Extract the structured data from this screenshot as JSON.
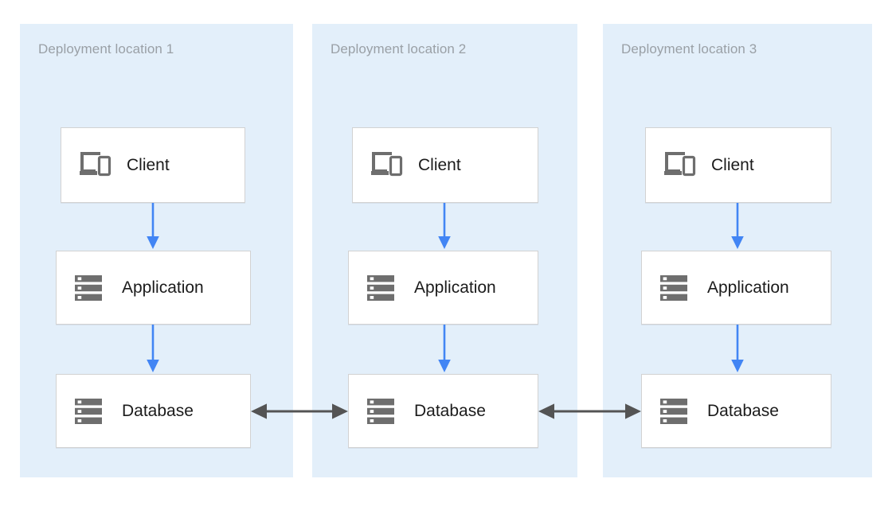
{
  "diagram": {
    "title_role": "multi-region deployment architecture",
    "colors": {
      "zone_background": "#e3effa",
      "zone_title_text": "#9aa0a6",
      "node_background": "#ffffff",
      "node_border": "#d2d2d2",
      "node_label_text": "#1b1b1b",
      "vertical_arrow": "#4285f4",
      "horizontal_arrow": "#545454",
      "icon_gray": "#6e6e6e",
      "page_background": "#ffffff"
    },
    "zones": [
      {
        "id": "zone-1",
        "title": "Deployment location 1",
        "nodes": [
          {
            "id": "client-1",
            "label": "Client",
            "icon": "client-devices-icon"
          },
          {
            "id": "application-1",
            "label": "Application",
            "icon": "server-stack-icon"
          },
          {
            "id": "database-1",
            "label": "Database",
            "icon": "server-stack-icon"
          }
        ]
      },
      {
        "id": "zone-2",
        "title": "Deployment location 2",
        "nodes": [
          {
            "id": "client-2",
            "label": "Client",
            "icon": "client-devices-icon"
          },
          {
            "id": "application-2",
            "label": "Application",
            "icon": "server-stack-icon"
          },
          {
            "id": "database-2",
            "label": "Database",
            "icon": "server-stack-icon"
          }
        ]
      },
      {
        "id": "zone-3",
        "title": "Deployment location 3",
        "nodes": [
          {
            "id": "client-3",
            "label": "Client",
            "icon": "client-devices-icon"
          },
          {
            "id": "application-3",
            "label": "Application",
            "icon": "server-stack-icon"
          },
          {
            "id": "database-3",
            "label": "Database",
            "icon": "server-stack-icon"
          }
        ]
      }
    ],
    "connections": [
      {
        "id": "conn-client-app-1",
        "from": "client-1",
        "to": "application-1",
        "direction": "down",
        "style": "blue-single-arrow"
      },
      {
        "id": "conn-app-db-1",
        "from": "application-1",
        "to": "database-1",
        "direction": "down",
        "style": "blue-single-arrow"
      },
      {
        "id": "conn-client-app-2",
        "from": "client-2",
        "to": "application-2",
        "direction": "down",
        "style": "blue-single-arrow"
      },
      {
        "id": "conn-app-db-2",
        "from": "application-2",
        "to": "database-2",
        "direction": "down",
        "style": "blue-single-arrow"
      },
      {
        "id": "conn-client-app-3",
        "from": "client-3",
        "to": "application-3",
        "direction": "down",
        "style": "blue-single-arrow"
      },
      {
        "id": "conn-app-db-3",
        "from": "application-3",
        "to": "database-3",
        "direction": "down",
        "style": "blue-single-arrow"
      },
      {
        "id": "conn-db-1-db-2",
        "from": "database-1",
        "to": "database-2",
        "direction": "bidirectional",
        "style": "gray-double-arrow"
      },
      {
        "id": "conn-db-2-db-3",
        "from": "database-2",
        "to": "database-3",
        "direction": "bidirectional",
        "style": "gray-double-arrow"
      }
    ]
  }
}
